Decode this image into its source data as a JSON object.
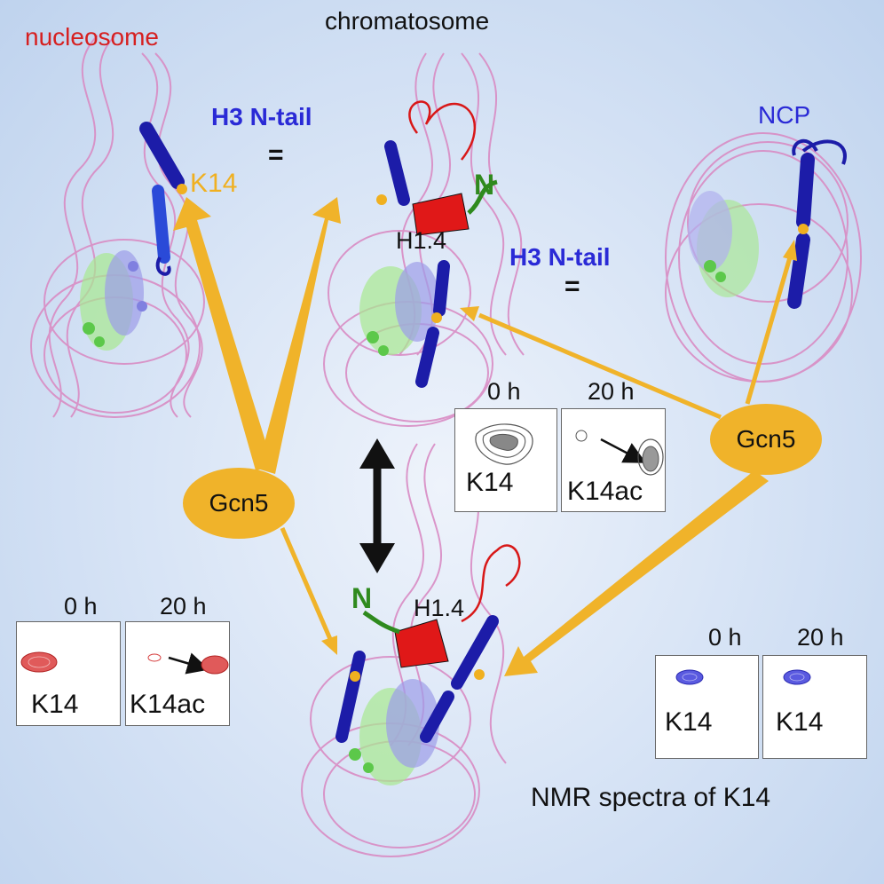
{
  "titles": {
    "nucleosome": "nucleosome",
    "chromatosome": "chromatosome",
    "ncp": "NCP"
  },
  "labels": {
    "h3_ntail_top": "H3 N-tail",
    "equals_top": "=",
    "h3_ntail_right": "H3 N-tail",
    "equals_right": "=",
    "k14_marker": "K14",
    "h1_top": "H1.4",
    "h1_bottom": "H1.4",
    "n_top": "N",
    "n_bottom": "N",
    "gcn5_left": "Gcn5",
    "gcn5_right": "Gcn5"
  },
  "spectra": {
    "center": {
      "time_0": "0 h",
      "time_20": "20 h",
      "label_0": "K14",
      "label_20": "K14ac",
      "color": "#555555"
    },
    "left": {
      "time_0": "0 h",
      "time_20": "20 h",
      "label_0": "K14",
      "label_20": "K14ac",
      "color": "#d63c3c"
    },
    "right": {
      "time_0": "0 h",
      "time_20": "20 h",
      "label_0": "K14",
      "label_20": "K14",
      "color": "#3a3ad0"
    }
  },
  "footer": "NMR spectra of K14",
  "colors": {
    "dna": "#d98cc4",
    "arrow": "#f0b32a",
    "h3_helix": "#1c1ca8",
    "h1": "#e01818",
    "h1_tail": "#d81818",
    "n_tail": "#2f8a1e",
    "histone_core_green": "#7fe06a",
    "histone_core_blue": "#8f8fe8"
  }
}
